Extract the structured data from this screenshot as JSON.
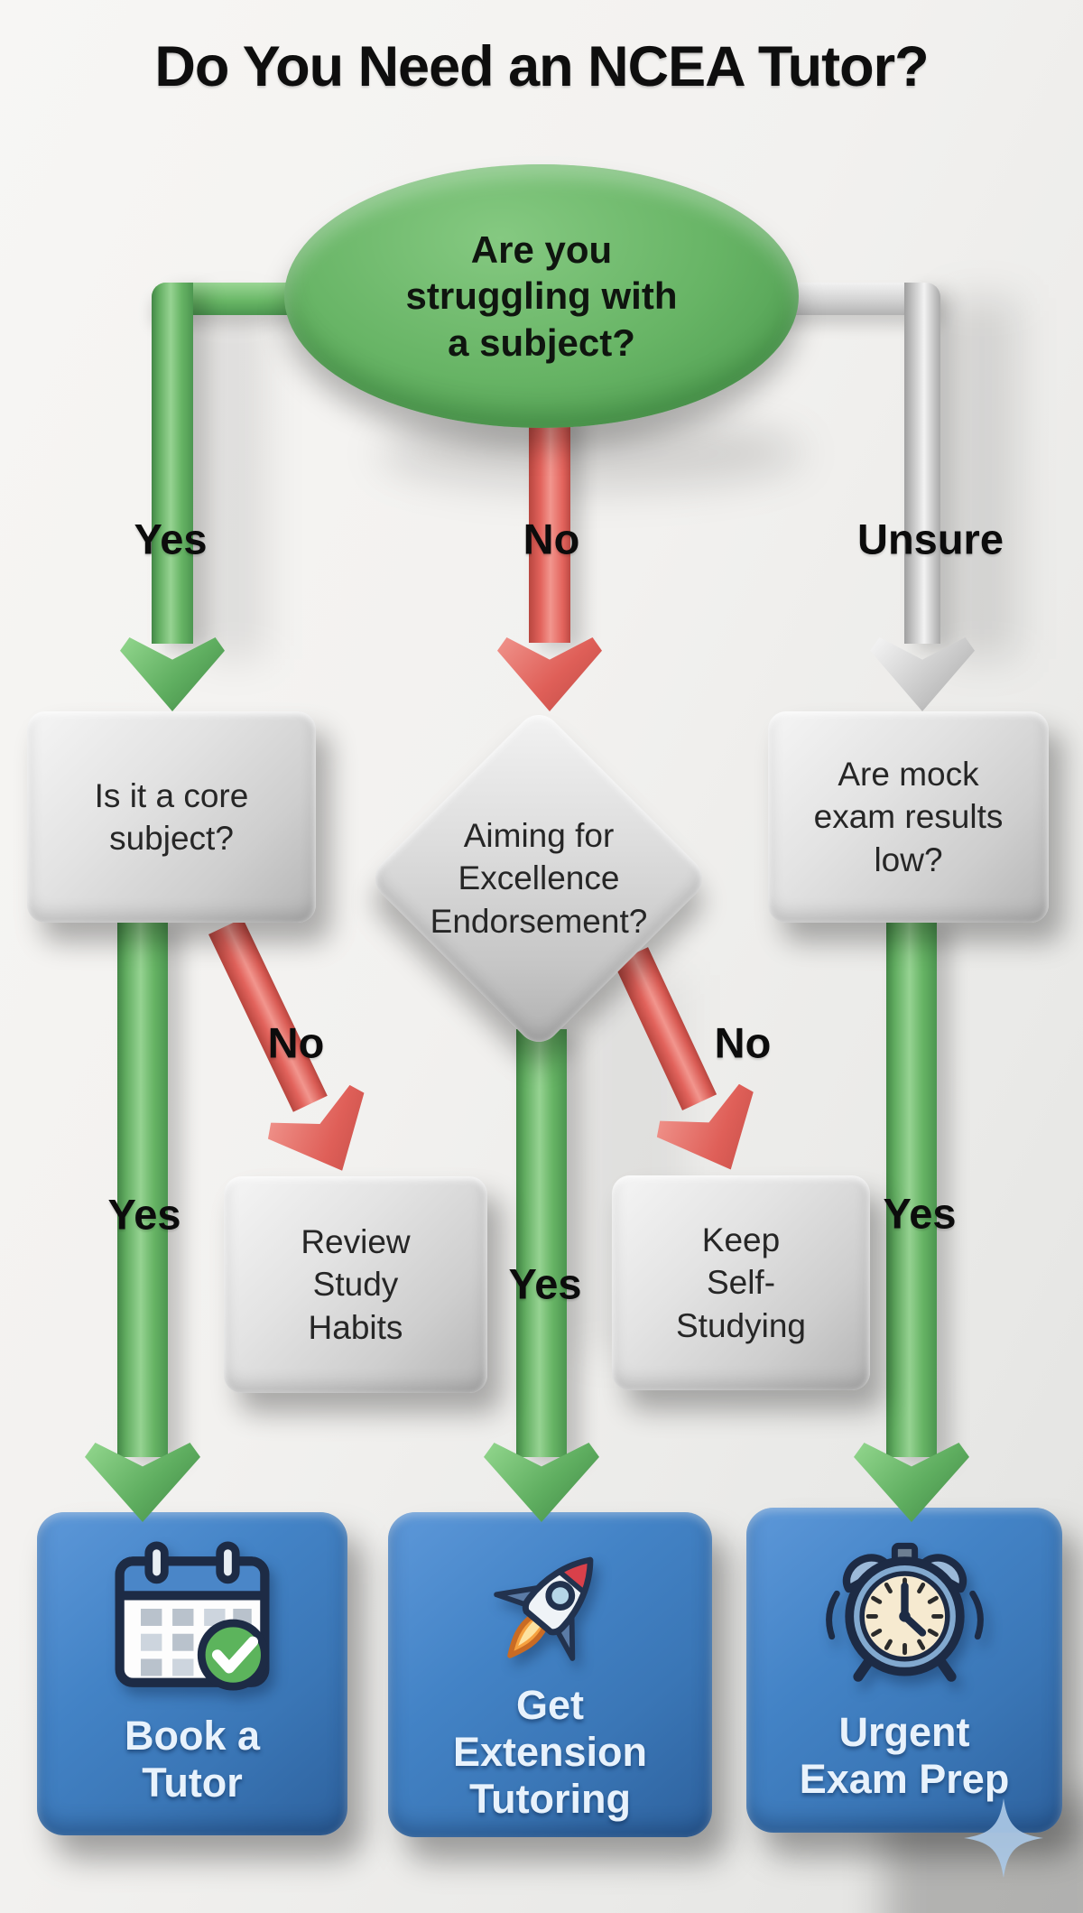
{
  "title": "Do You Need an NCEA Tutor?",
  "flow": {
    "root": {
      "lines": [
        "Are you",
        "struggling with",
        "a subject?"
      ]
    },
    "top_branch": {
      "yes": "Yes",
      "no": "No",
      "unsure": "Unsure"
    },
    "nodes": {
      "core": {
        "lines": [
          "Is it a core",
          "subject?"
        ]
      },
      "excellence": {
        "lines": [
          "Aiming for",
          "Excellence",
          "Endorsement?"
        ]
      },
      "mock": {
        "lines": [
          "Are mock",
          "exam results",
          "low?"
        ]
      },
      "review": {
        "lines": [
          "Review",
          "Study",
          "Habits"
        ]
      },
      "keep": {
        "lines": [
          "Keep",
          "Self-",
          "Studying"
        ]
      }
    },
    "mid_labels": {
      "core_yes": "Yes",
      "core_no": "No",
      "excellence_yes": "Yes",
      "excellence_no": "No",
      "mock_yes": "Yes"
    },
    "outcomes": [
      {
        "icon": "calendar-check-icon",
        "lines": [
          "Book a",
          "Tutor"
        ]
      },
      {
        "icon": "rocket-icon",
        "lines": [
          "Get",
          "Extension",
          "Tutoring"
        ]
      },
      {
        "icon": "alarm-clock-icon",
        "lines": [
          "Urgent",
          "Exam Prep"
        ]
      }
    ],
    "decor": {
      "sparkle": "sparkle-icon"
    }
  },
  "theme": {
    "green": "#67b465",
    "green-dark": "#4c9650",
    "red": "#e2635c",
    "gray": "#cfcfcf",
    "blue": "#4383c6",
    "blue-dark": "#2d619d",
    "text-dark": "#0e0e0e",
    "text-light": "#e8f2fc",
    "sparkle": "#abc8e6",
    "background": "#f2f1ef"
  }
}
